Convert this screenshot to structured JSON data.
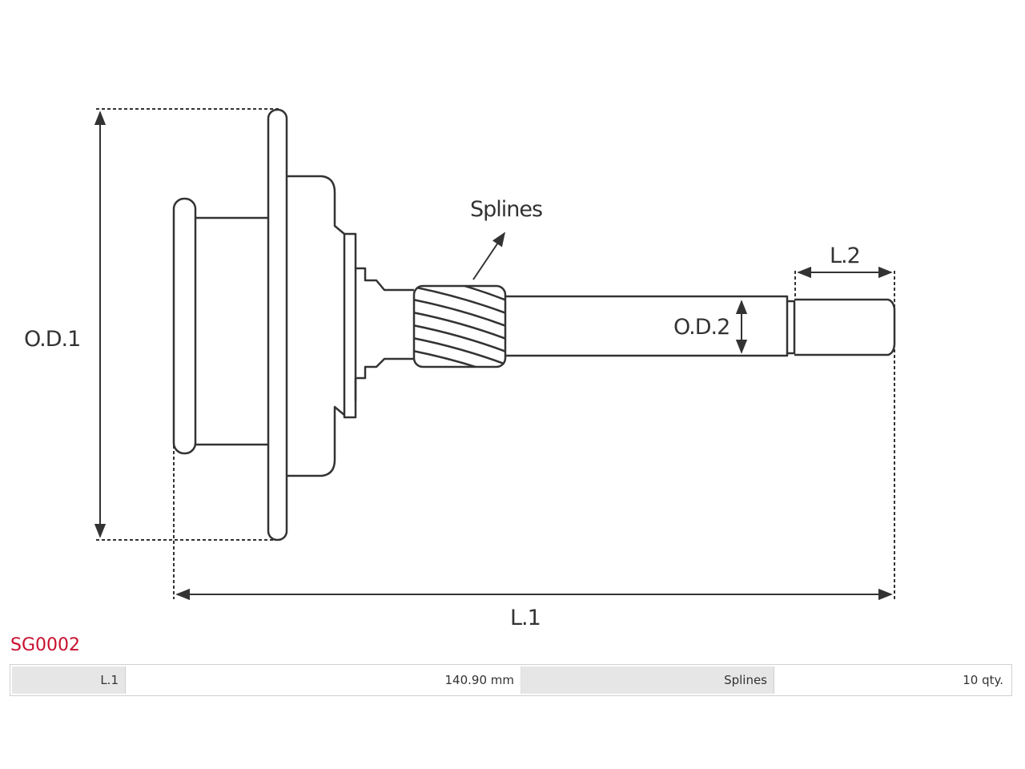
{
  "part": {
    "code": "SG0002",
    "code_color": "#c8102e"
  },
  "diagram": {
    "labels": {
      "od1": "O.D.1",
      "od2": "O.D.2",
      "l1": "L.1",
      "l2": "L.2",
      "splines": "Splines"
    }
  },
  "specs": [
    {
      "key": "L.1",
      "value": "140.90 mm"
    },
    {
      "key": "Splines",
      "value": "10 qty."
    }
  ]
}
